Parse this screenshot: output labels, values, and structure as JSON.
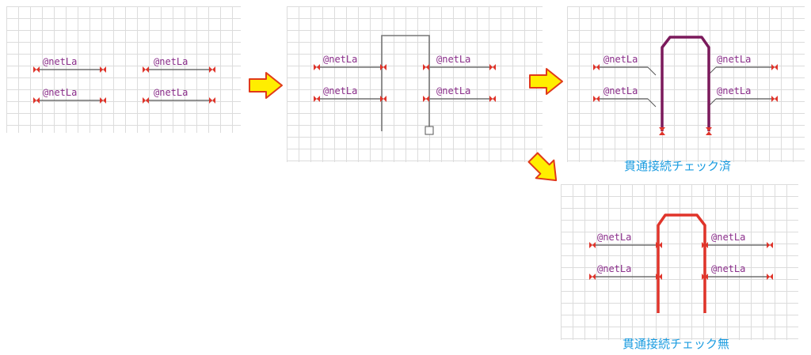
{
  "net_label": "@netLa",
  "captions": {
    "checked": "貫通接続チェック済",
    "unchecked": "貫通接続チェック無"
  },
  "colors": {
    "wire": "#555555",
    "pin": "#e0342a",
    "label": "#8a2d8a",
    "bus_checked": "#7b1a5c",
    "bus_unchecked": "#e0342a",
    "arrow_fill": "#ffee00",
    "arrow_stroke": "#e03a1a",
    "caption": "#1b9ce0"
  },
  "icons": {
    "flow_arrow": "block-right-arrow",
    "pin_marker": "bowtie-marker",
    "wire_end": "square-endpoint"
  }
}
